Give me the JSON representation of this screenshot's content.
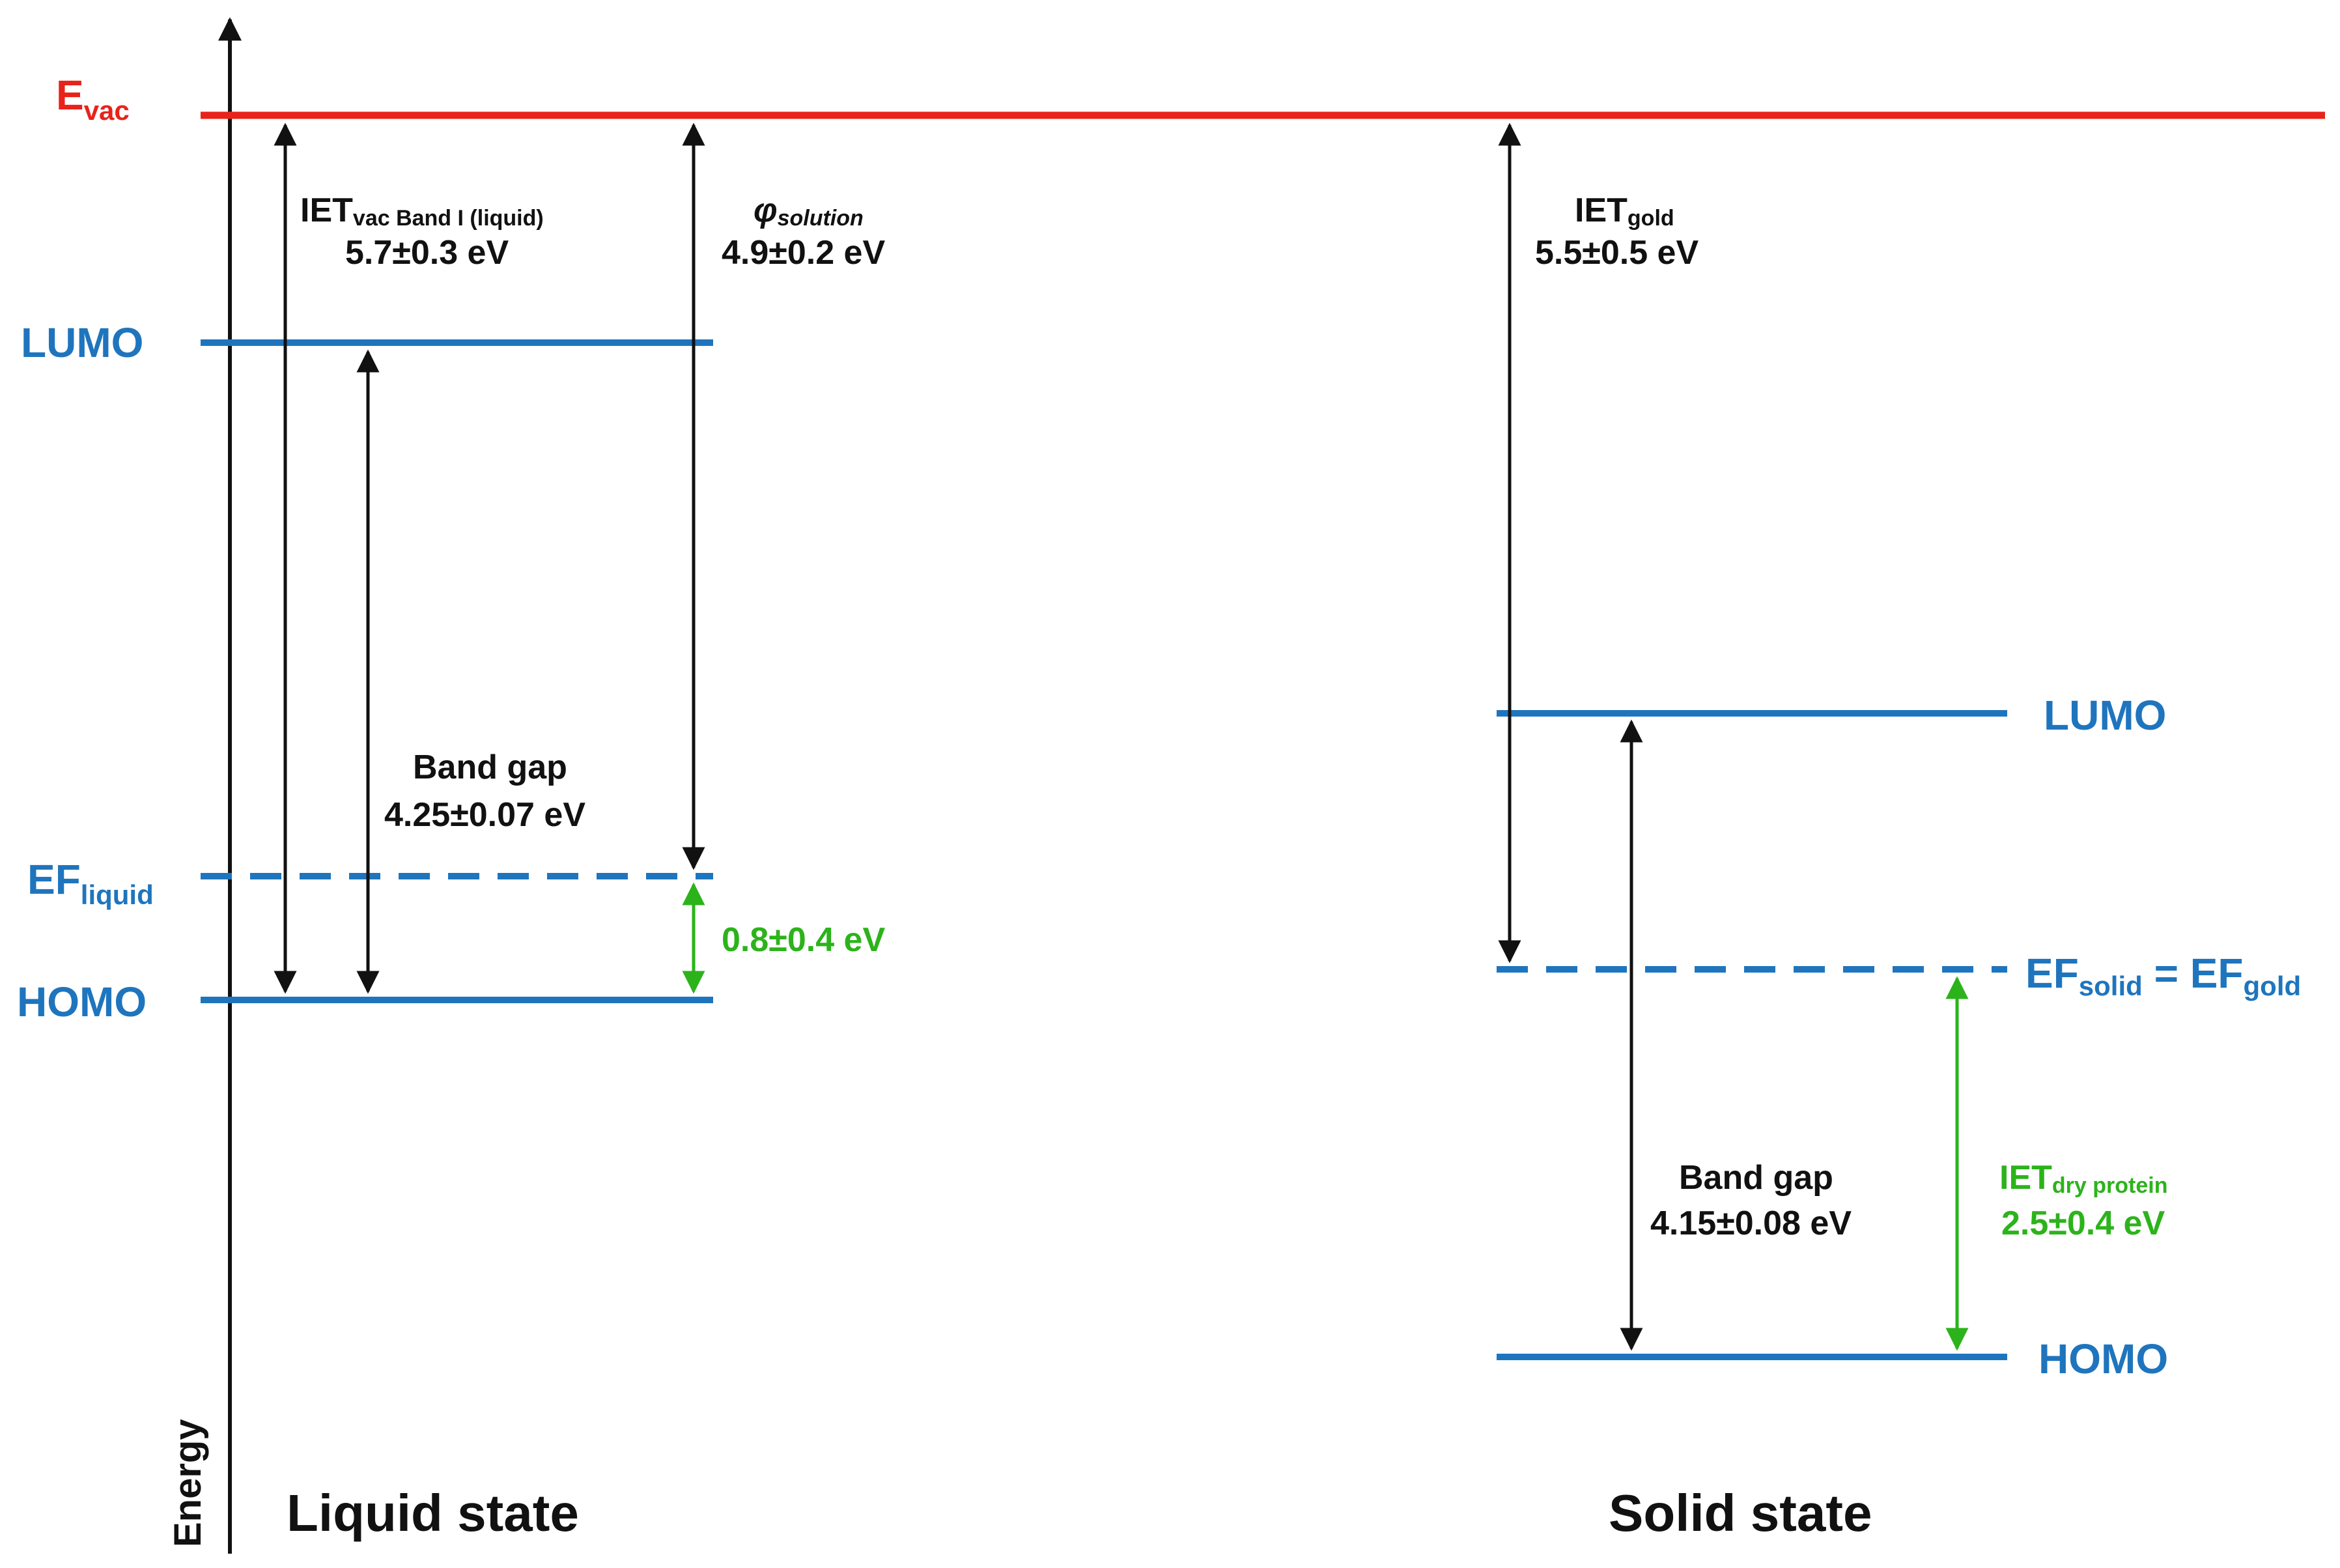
{
  "colors": {
    "vacuum": "#e8231a",
    "level": "#1f75bd",
    "arrow": "#111111",
    "green": "#2cb31b",
    "text": "#111111"
  },
  "axis": {
    "label": "Energy"
  },
  "vacuum": {
    "main": "E",
    "sub": "vac"
  },
  "liquid": {
    "title": "Liquid state",
    "lumo": "LUMO",
    "homo": "HOMO",
    "ef": {
      "main": "EF",
      "sub": "liquid"
    },
    "iet": {
      "main": "IET",
      "sub": "vac Band I (liquid)",
      "value": "5.7±0.3 eV"
    },
    "phi": {
      "main": "φ",
      "sub": "solution",
      "value": "4.9±0.2 eV"
    },
    "band_gap": {
      "label": "Band gap",
      "value": "4.25±0.07 eV"
    },
    "offset": {
      "value": "0.8±0.4 eV"
    }
  },
  "solid": {
    "title": "Solid state",
    "lumo": "LUMO",
    "homo": "HOMO",
    "ef": {
      "main1": "EF",
      "sub1": "solid",
      "eq": " = ",
      "main2": "EF",
      "sub2": "gold"
    },
    "iet_gold": {
      "main": "IET",
      "sub": "gold",
      "value": "5.5±0.5 eV"
    },
    "band_gap": {
      "label": "Band gap",
      "value": "4.15±0.08 eV"
    },
    "iet_dry": {
      "main": "IET",
      "sub": "dry protein",
      "value": "2.5±0.4 eV"
    }
  }
}
